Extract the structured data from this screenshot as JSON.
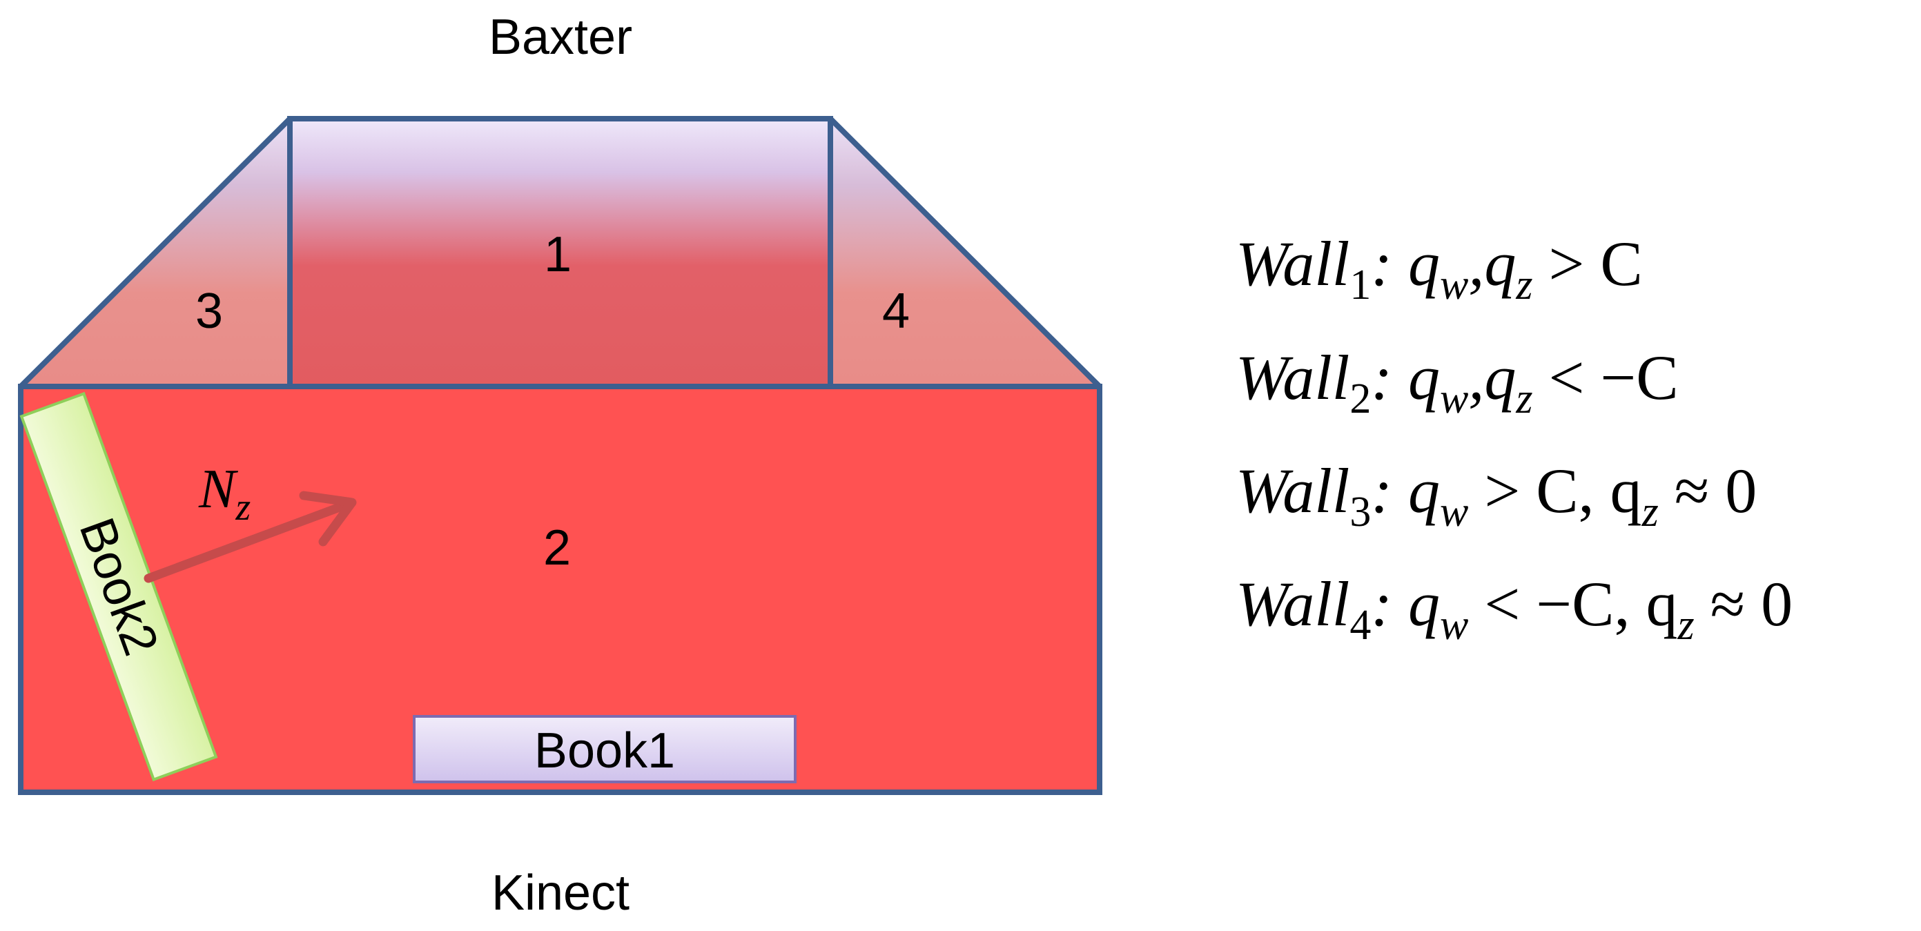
{
  "labels": {
    "top": "Baxter",
    "bottom": "Kinect",
    "wall1": "1",
    "wall2": "2",
    "wall3": "3",
    "wall4": "4",
    "book1": "Book1",
    "book2": "Book2",
    "normal": "N",
    "normal_sub": "z"
  },
  "equations": [
    {
      "name": "Wall",
      "index": "1",
      "cond": ": q",
      "s1": "w",
      "mid": ",q",
      "s2": "z",
      "tail": " > C",
      "s3": "",
      "end": ""
    },
    {
      "name": "Wall",
      "index": "2",
      "cond": ": q",
      "s1": "w",
      "mid": ",q",
      "s2": "z",
      "tail": " < −C",
      "s3": "",
      "end": ""
    },
    {
      "name": "Wall",
      "index": "3",
      "cond": ": q",
      "s1": "w",
      "mid": " > C, q",
      "s2": "z",
      "tail": " ≈ 0",
      "s3": "",
      "end": ""
    },
    {
      "name": "Wall",
      "index": "4",
      "cond": ": q",
      "s1": "w",
      "mid": " < −C, q",
      "s2": "z",
      "tail": " ≈ 0",
      "s3": "",
      "end": ""
    }
  ],
  "colors": {
    "outline": "#3d5f8f",
    "wall2": "#ff5252",
    "wall_top": "#ece3f7",
    "wall_red": "#e25f64",
    "wall_side": "#e8908c",
    "book1_fill": "#ddd3f0",
    "book1_border": "#7d6bb0",
    "book2_fill": "#e6f8bf",
    "book2_border": "#8ecf5a",
    "arrow": "#c64b4b"
  }
}
